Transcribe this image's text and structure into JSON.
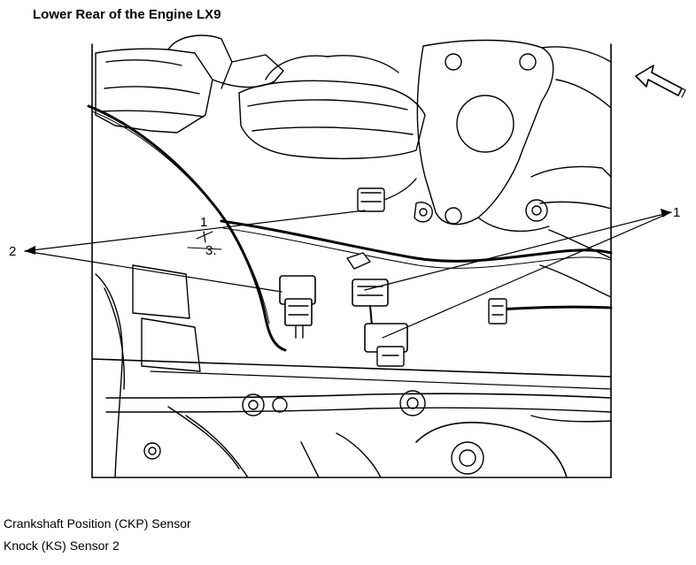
{
  "title": "Lower Rear of the Engine  LX9",
  "callouts": [
    "1",
    "2"
  ],
  "annotations": [
    "1",
    "3."
  ],
  "legend": [
    "Crankshaft Position (CKP) Sensor",
    "Knock (KS) Sensor 2"
  ],
  "icons": [
    "front-direction-arrow-icon"
  ]
}
